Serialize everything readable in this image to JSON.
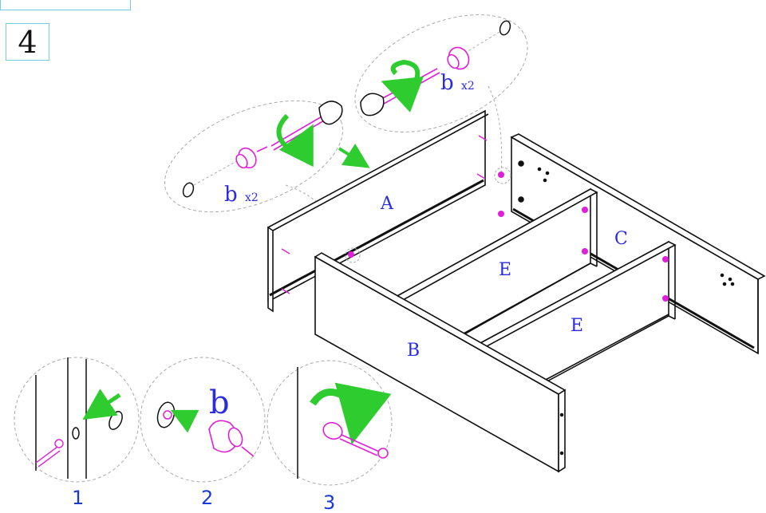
{
  "step": {
    "number": "4"
  },
  "parts": {
    "A": "A",
    "B": "B",
    "C": "C",
    "E1": "E",
    "E2": "E"
  },
  "callouts": {
    "left_part": "b",
    "left_qty": "x2",
    "right_part": "b",
    "right_qty": "x2"
  },
  "detail_steps": [
    {
      "number": "1"
    },
    {
      "number": "2",
      "part": "b"
    },
    {
      "number": "3"
    }
  ],
  "colors": {
    "label": "#2b2be0",
    "fitting": "#e020d8",
    "arrow": "#2ecc2e",
    "frame": "#6fcfe0"
  },
  "icons": [
    "cam-lock-icon",
    "dowel-pin-icon",
    "rotate-arrow-icon",
    "direction-arrow-icon"
  ]
}
